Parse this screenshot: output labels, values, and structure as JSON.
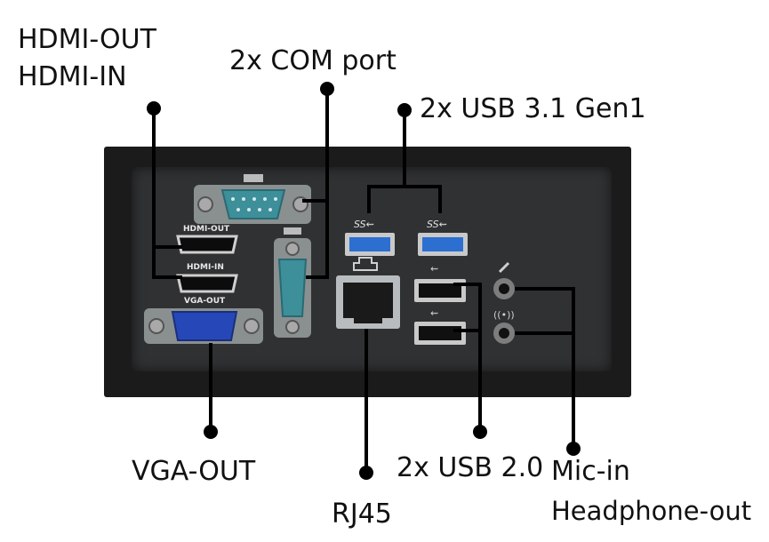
{
  "callouts": {
    "hdmi_out": "HDMI-OUT",
    "hdmi_in": "HDMI-IN",
    "com": "2x COM port",
    "usb31": "2x USB 3.1 Gen1",
    "vga": "VGA-OUT",
    "rj45": "RJ45",
    "usb20": "2x USB 2.0",
    "mic": "Mic-in",
    "headphone": "Headphone-out"
  },
  "panel_labels": {
    "hdmi_out": "HDMI-OUT",
    "hdmi_in": "HDMI-IN",
    "vga_out": "VGA-OUT",
    "ss_usb_1": "SS",
    "ss_usb_2": "SS"
  },
  "colors": {
    "panel": "#1b1b1b",
    "panel_inner": "#2f3133",
    "com_port": "#3d8f9a",
    "vga_port": "#2647b8",
    "usb3": "#2d6fd1",
    "usb2": "#101010",
    "leader": "#000000"
  }
}
